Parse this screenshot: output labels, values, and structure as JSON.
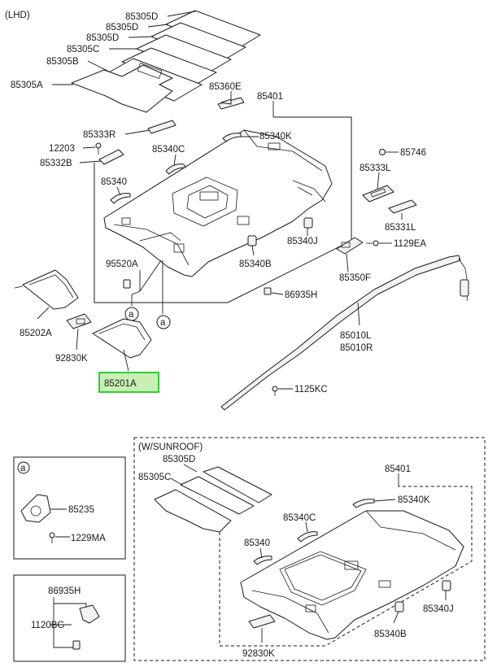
{
  "header": {
    "variant": "(LHD)"
  },
  "sunroof_variant": "(W/SUNROOF)",
  "labels": {
    "p85305D_1": "85305D",
    "p85305D_2": "85305D",
    "p85305D_3": "85305D",
    "p85305C": "85305C",
    "p85305B": "85305B",
    "p85305A": "85305A",
    "p85360E": "85360E",
    "p85401": "85401",
    "p85333R": "85333R",
    "p12203": "12203",
    "p85332B": "85332B",
    "p85340C": "85340C",
    "p85340K": "85340K",
    "p85746": "85746",
    "p85340": "85340",
    "p85333L": "85333L",
    "p85331L": "85331L",
    "p85340J": "85340J",
    "p1129EA": "1129EA",
    "p95520A": "95520A",
    "p85340B": "85340B",
    "p85350F": "85350F",
    "p86935H": "86935H",
    "p85202A": "85202A",
    "p92830K": "92830K",
    "p85010L": "85010L",
    "p85010R": "85010R",
    "p85201A": "85201A",
    "p1125KC": "1125KC"
  },
  "callouts": {
    "a": "a"
  },
  "legend_a": {
    "tag": "a",
    "p85235": "85235",
    "p1229MA": "1229MA"
  },
  "legend_b": {
    "p86935H": "86935H",
    "p1120BG": "1120BG"
  },
  "sunroof_labels": {
    "p85305D": "85305D",
    "p85305C": "85305C",
    "p85401": "85401",
    "p85340K": "85340K",
    "p85340C": "85340C",
    "p85340": "85340",
    "p85340J": "85340J",
    "p85340B": "85340B",
    "p92830K": "92830K"
  },
  "highlight": {
    "part": "85201A",
    "color": "#33cc33"
  }
}
